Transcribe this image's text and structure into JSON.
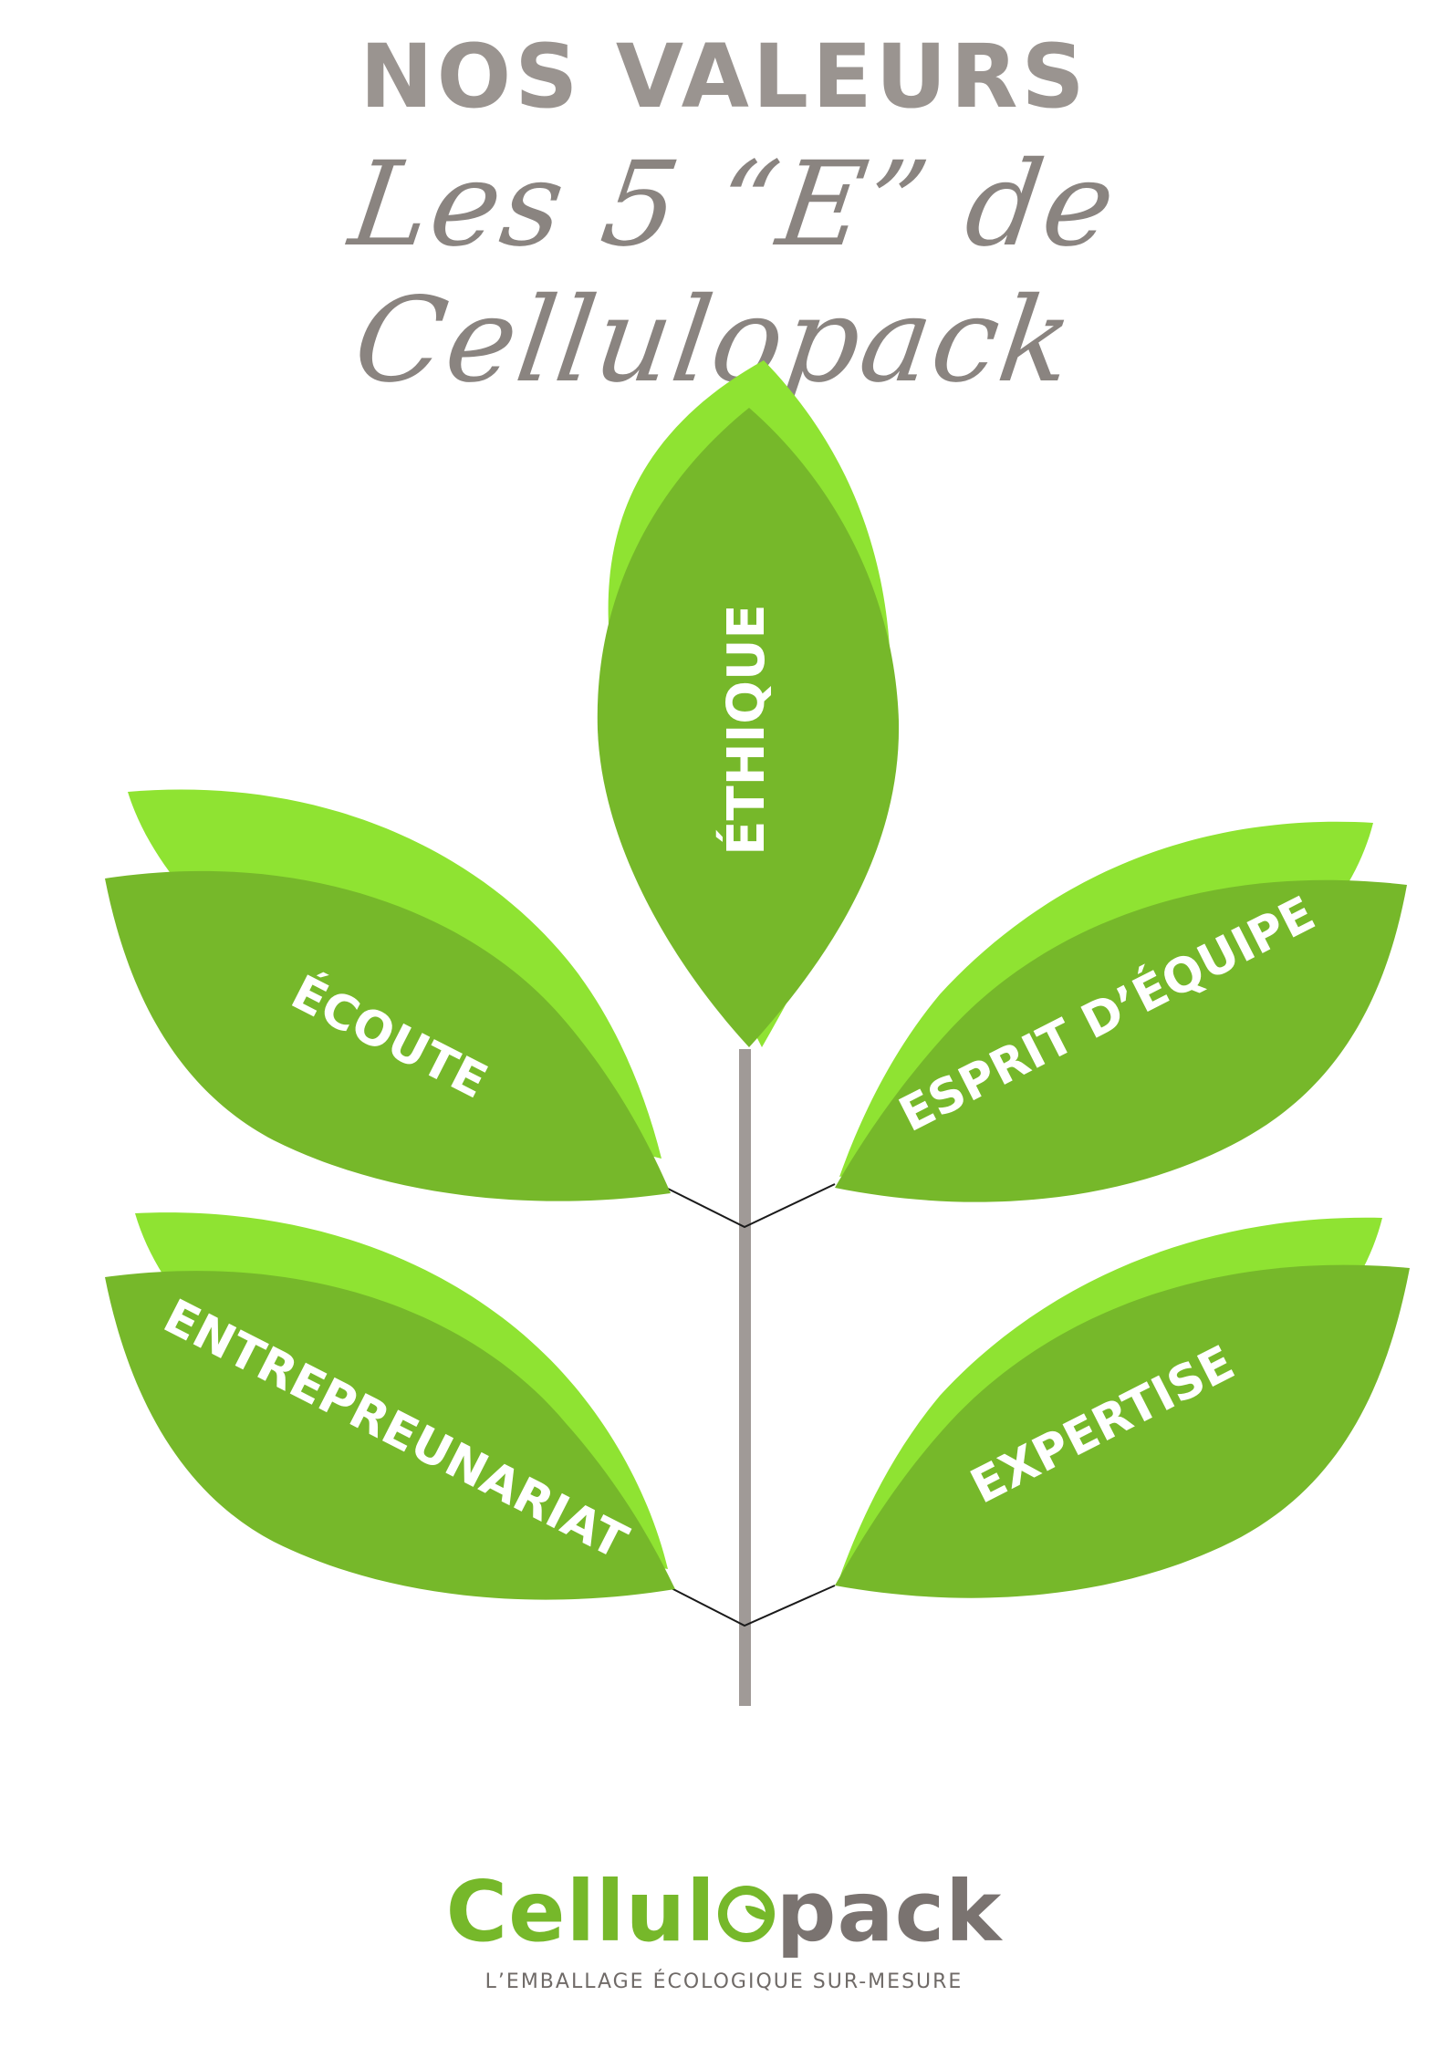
{
  "header": {
    "title": "NOS VALEURS",
    "subtitle": "Les 5 “E” de Cellulopack"
  },
  "values": {
    "top": "ÉTHIQUE",
    "upper_left": "ÉCOUTE",
    "upper_right": "ESPRIT D’ÉQUIPE",
    "lower_left": "ENTREPREUNARIAT",
    "lower_right": "EXPERTISE"
  },
  "brand": {
    "logo_part_a": "Cellul",
    "logo_part_b": "pack",
    "tagline": "L’EMBALLAGE ÉCOLOGIQUE SUR-MESURE"
  },
  "colors": {
    "leaf_dark": "#76b82a",
    "leaf_light": "#8fe332",
    "stem": "#a09a97",
    "text_gray": "#9a9490"
  }
}
